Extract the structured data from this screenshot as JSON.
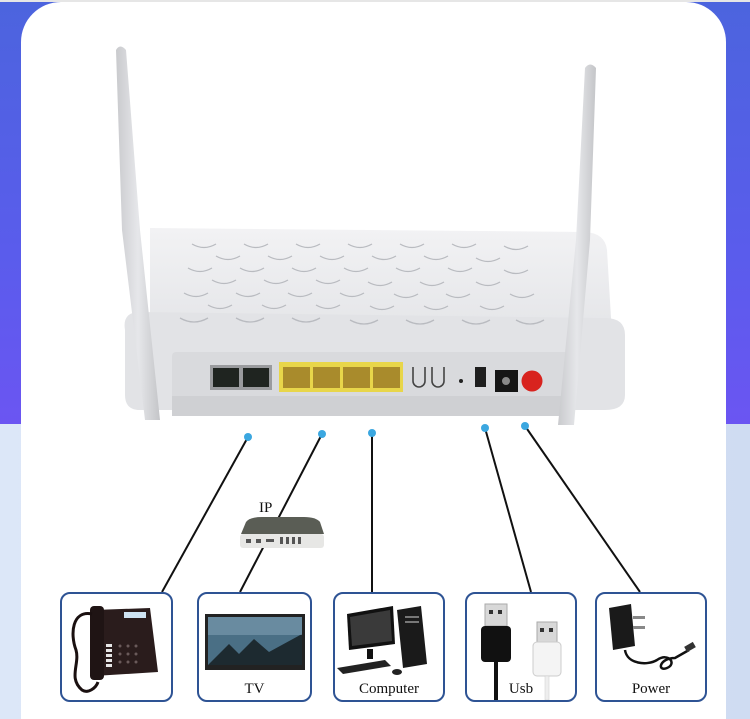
{
  "colors": {
    "band_top": "#4c64de",
    "band_bottom": "#6b55f2",
    "lower_band": "#dce7f8",
    "card": "#ffffff",
    "box_border": "#2e5394",
    "connector_dot": "#3ba7e0",
    "connector_line": "#111111",
    "lan_ports": "#e8d64a",
    "power_button": "#d8231e"
  },
  "router": {
    "name": "router-rear-view",
    "ports": [
      "phone-port-1",
      "phone-port-2",
      "lan-port-1",
      "lan-port-2",
      "lan-port-3",
      "lan-port-4",
      "wps-button",
      "wifi-button",
      "reset-hole",
      "usb-port",
      "power-jack",
      "power-button"
    ]
  },
  "intermediate": {
    "ip_label": "IP"
  },
  "devices": [
    {
      "id": "phone",
      "label": "",
      "icon": "telephone-icon"
    },
    {
      "id": "tv",
      "label": "TV",
      "icon": "tv-icon"
    },
    {
      "id": "computer",
      "label": "Computer",
      "icon": "computer-icon"
    },
    {
      "id": "usb",
      "label": "Usb",
      "icon": "usb-cable-icon"
    },
    {
      "id": "power",
      "label": "Power",
      "icon": "power-adapter-icon"
    }
  ]
}
